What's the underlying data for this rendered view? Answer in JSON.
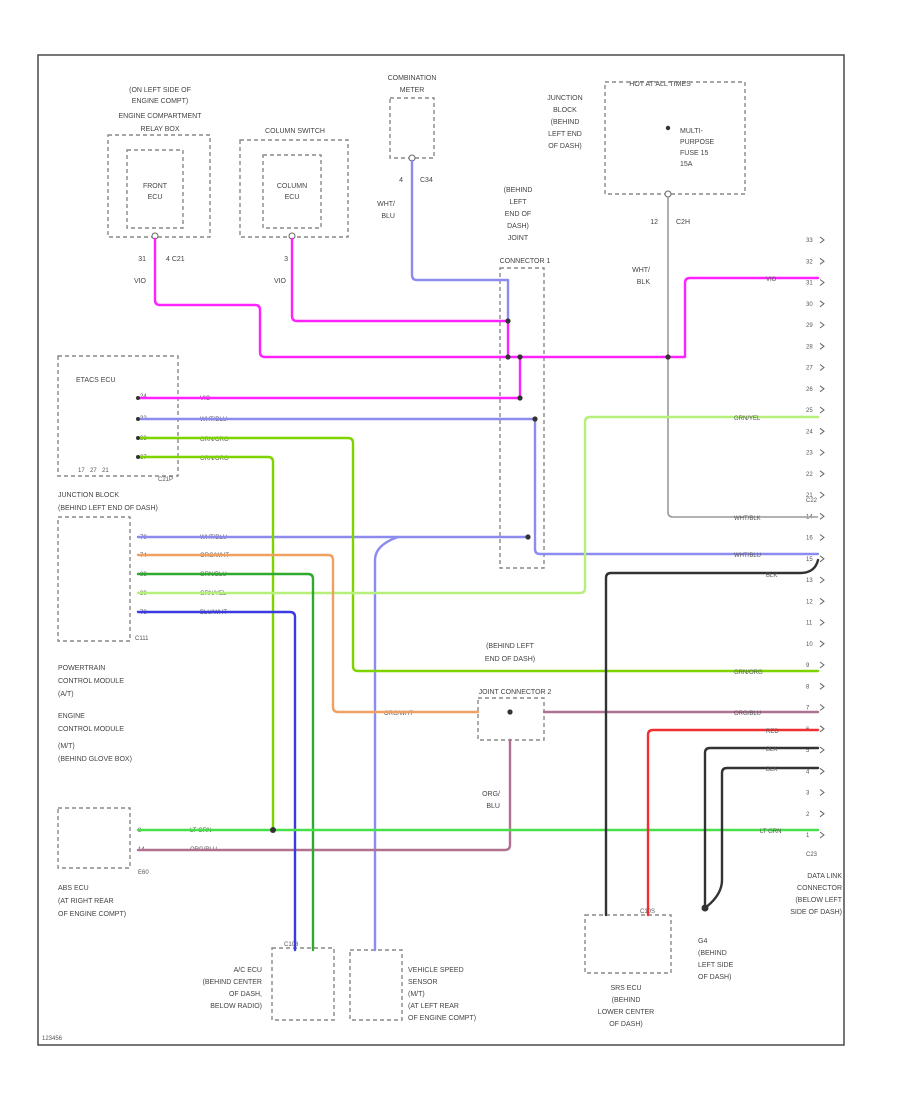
{
  "diagram_id": "123456",
  "components": {
    "relay_box": {
      "lines": [
        "(ON LEFT SIDE OF",
        "ENGINE COMPT)",
        "ENGINE COMPARTMENT",
        "RELAY BOX"
      ],
      "inner": [
        "FRONT",
        "ECU"
      ],
      "pin": "31",
      "conn": "4 C21",
      "wire": "VIO"
    },
    "column_switch": {
      "lines": [
        "COLUMN SWITCH"
      ],
      "inner": [
        "COLUMN",
        "ECU"
      ],
      "pin": "3",
      "wire": "VIO"
    },
    "combination_meter": {
      "lines": [
        "COMBINATION",
        "METER"
      ],
      "pin": "4",
      "conn": "C34",
      "wire": [
        "WHT/",
        "BLU"
      ]
    },
    "junction_block_top": {
      "lines": [
        "JUNCTION",
        "BLOCK",
        "(BEHIND",
        "LEFT END",
        "OF DASH)"
      ],
      "hot": "HOT AT ALL TIMES",
      "fuse": [
        "MULTI-",
        "PURPOSE",
        "FUSE 15",
        "15A"
      ],
      "pin": "12",
      "conn": "C2H",
      "wire": [
        "WHT/",
        "BLK"
      ]
    },
    "joint_connector_1": {
      "lines": [
        "(BEHIND",
        "LEFT",
        "END OF",
        "DASH)",
        "JOINT",
        "CONNECTOR 1"
      ]
    },
    "etacs": {
      "name": "ETACS ECU",
      "conn": "C21P",
      "pins": [
        "24",
        "32",
        "33",
        "37"
      ],
      "wires": [
        "VIO",
        "WHT/BLU",
        "GRN/ORG",
        "GRN/ORG"
      ],
      "side": [
        "17",
        "27",
        "21"
      ]
    },
    "junction_block_mid": {
      "lines": [
        "JUNCTION BLOCK",
        "(BEHIND LEFT END OF DASH)"
      ],
      "conn": "C111",
      "pins": [
        "79",
        "74",
        "88",
        "80",
        "78"
      ],
      "wires": [
        "WHT/BLU",
        "ORG/WHT",
        "GRN/BLU",
        "GRN/YEL",
        "BLU/WHT"
      ]
    },
    "pcm": {
      "lines": [
        "POWERTRAIN",
        "CONTROL MODULE",
        "(A/T)",
        "ENGINE",
        "CONTROL MODULE",
        "(M/T)",
        "(BEHIND GLOVE BOX)"
      ]
    },
    "joint_connector_2": {
      "lines": [
        "(BEHIND LEFT",
        "END OF DASH)",
        "JOINT CONNECTOR 2"
      ],
      "wire_left": "ORG/WHT",
      "wire_down": [
        "ORG/",
        "BLU"
      ]
    },
    "abs": {
      "lines": [
        "ABS ECU",
        "(AT RIGHT REAR",
        "OF ENGINE COMPT)"
      ],
      "conn": "E60",
      "pins": [
        "8",
        "14"
      ],
      "wires": [
        "LT GRN",
        "ORG/BLU"
      ]
    },
    "ac_ecu": {
      "lines": [
        "A/C ECU",
        "(BEHIND CENTER",
        "OF DASH,",
        "BELOW RADIO)"
      ],
      "conn": "C108",
      "wires": [
        "BLU/WHT",
        "GRN/BLU"
      ]
    },
    "vss": {
      "lines": [
        "VEHICLE SPEED",
        "SENSOR",
        "(M/T)",
        "(AT LEFT REAR",
        "OF ENGINE COMPT)"
      ],
      "wire": "WHT/BLU"
    },
    "srs": {
      "lines": [
        "SRS ECU",
        "(BEHIND",
        "LOWER CENTER",
        "OF DASH)"
      ],
      "conn": "C10S"
    },
    "ground": {
      "lines": [
        "G4",
        "(BEHIND",
        "LEFT SIDE",
        "OF DASH)"
      ]
    },
    "data_link": {
      "lines": [
        "DATA LINK",
        "CONNECTOR",
        "(BELOW LEFT",
        "SIDE OF DASH)"
      ],
      "conn_top": "C22",
      "conn_bottom": "C23",
      "pins": [
        "33",
        "32",
        "31",
        "30",
        "29",
        "28",
        "27",
        "26",
        "25",
        "24",
        "23",
        "22",
        "21",
        "14",
        "16",
        "15",
        "13",
        "12",
        "11",
        "10",
        "9",
        "8",
        "7",
        "6",
        "5",
        "4",
        "3",
        "2",
        "1"
      ],
      "wires_right": {
        "vio": "VIO",
        "grnyel": "GRN/YEL",
        "whtblk": "WHT/BLK",
        "whtblu": "WHT/BLU",
        "blk": "BLK",
        "grnorg": "GRN/ORG",
        "orgblu": "ORG/BLU",
        "red": "RED",
        "blk2": "BLK",
        "blk3": "BLK",
        "ltgrn": "LT GRN"
      }
    }
  },
  "colors": {
    "vio": "#ff22ff",
    "wht_blu": "#8c8cf0",
    "grn_org": "#7fd400",
    "grn_yel": "#b6f07a",
    "grn_blu": "#2faa30",
    "blu_wht": "#3a3ae0",
    "org_wht": "#f0a060",
    "org_blu": "#b07090",
    "lt_grn": "#48e048",
    "red": "#f03030",
    "blk": "#333333",
    "wht_blk": "#9a9a9a"
  }
}
